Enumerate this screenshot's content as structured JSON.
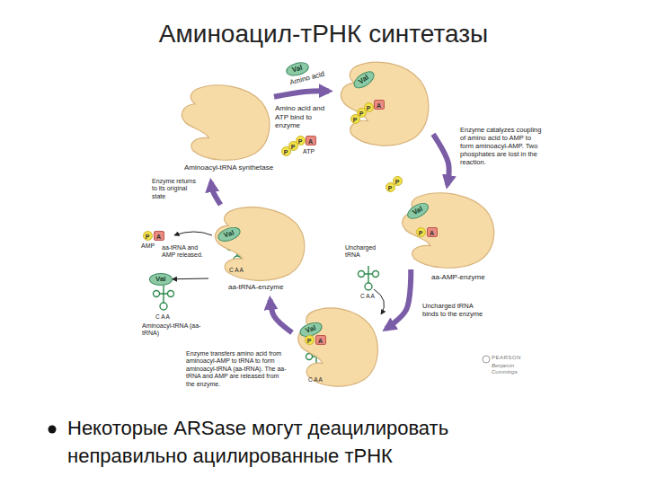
{
  "diagram": {
    "title": "Аминоацил-тРНК синтетазы",
    "nodes": [
      {
        "text": [
          "Aminoacyl-tRNA synthetase"
        ]
      },
      {
        "text": [
          "Val",
          "Amino acid"
        ]
      },
      {
        "text": [
          "Amino acid and ATP bind to enzyme"
        ]
      },
      {
        "text": [
          "Val"
        ],
        "in": 2
      },
      {
        "text": [
          "aa-AMP-enzyme"
        ]
      },
      {
        "text": [
          "Val"
        ],
        "in": 4
      },
      {
        "text": [
          "aa-tRNA-enzyme"
        ]
      },
      {
        "text": [
          "Val"
        ],
        "in": 6
      },
      {
        "text": [
          "Val"
        ]
      },
      {
        "text": [
          "Enzyme transfers amino acid from aminoacyl-AMP to tRNA to form aminoacyl-tRNA (aa-tRNA). The aa-tRNA and AMP are released from the enzyme."
        ]
      },
      {
        "text": [
          "Val"
        ],
        "in": 9
      }
    ],
    "edges": [
      {
        "from": 0,
        "to": 2,
        "arrow": "to"
      },
      {
        "from": 2,
        "to": 4,
        "arrow": "to"
      },
      {
        "from": 4,
        "to": 9,
        "arrow": "to"
      },
      {
        "from": 9,
        "to": 6,
        "arrow": "to"
      },
      {
        "from": 6,
        "to": 0,
        "arrow": "to"
      },
      {
        "from": 6,
        "to": 8,
        "arrow": "to"
      }
    ],
    "labels": [
      "P",
      "P",
      "P",
      "A",
      "P",
      "P",
      "P",
      "A",
      "ATP",
      "Enzyme catalyzes coupling of amino acid to AMP to form aminoacyl-AMP. Two phosphates are lost in the reaction.",
      "P",
      "P",
      "P",
      "A",
      "Uncharged tRNA",
      "C A A",
      "Uncharged tRNA binds to the enzyme",
      "P",
      "A",
      "C A A",
      "C A A",
      "aa-tRNA and AMP released.",
      "P",
      "A",
      "AMP",
      "C A A",
      "Aminoacyl-tRNA (aa-tRNA)",
      "Enzyme returns to its original state",
      "PEARSON",
      "Benjamin Cummings",
      "Некоторые ARSase могут деацилировать неправильно ацилированные тРНК"
    ]
  }
}
